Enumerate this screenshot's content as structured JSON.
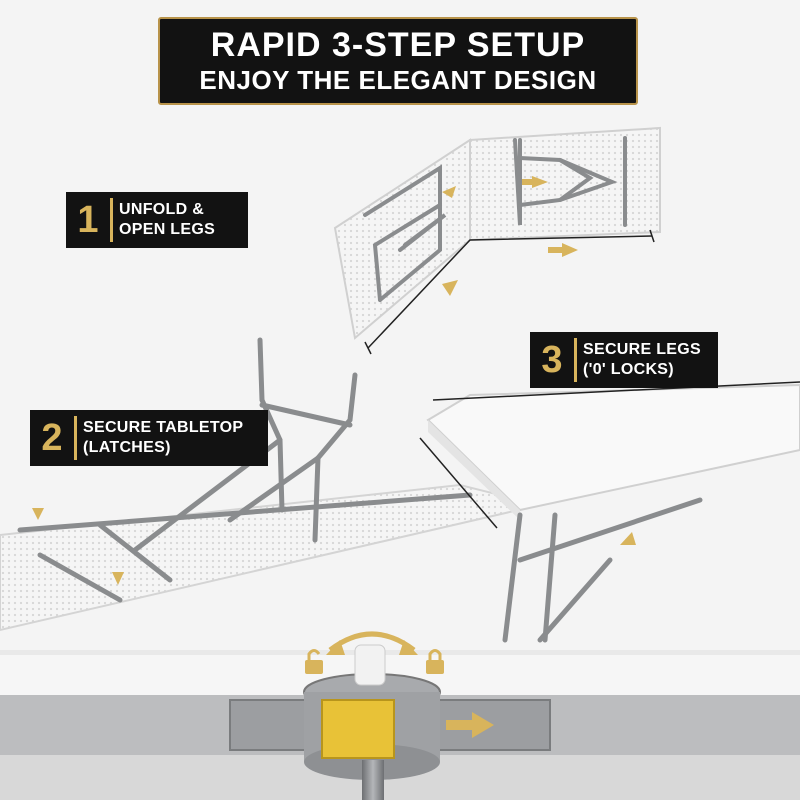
{
  "banner": {
    "title": "RAPID 3-STEP SETUP",
    "subtitle": "ENJOY THE ELEGANT DESIGN"
  },
  "steps": [
    {
      "number": "1",
      "line1": "UNFOLD &",
      "line2": "OPEN LEGS"
    },
    {
      "number": "2",
      "line1": "SECURE TABLETOP",
      "line2": "(LATCHES)"
    },
    {
      "number": "3",
      "line1": "SECURE LEGS",
      "line2": "('0' LOCKS)"
    }
  ],
  "colors": {
    "banner_bg": "#121212",
    "gold": "#d8b45c",
    "frame_gray": "#8a8c8e",
    "tabletop": "#f7f7f7"
  }
}
